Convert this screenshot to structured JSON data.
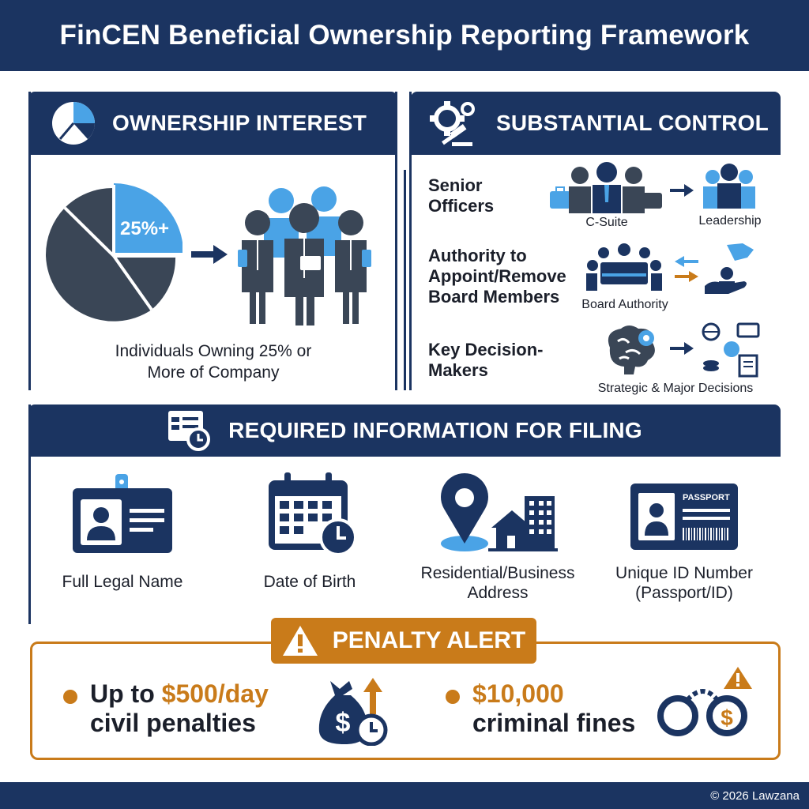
{
  "header": {
    "title": "FinCEN Beneficial Ownership Reporting Framework"
  },
  "ownership": {
    "title": "OWNERSHIP INTEREST",
    "pie_label": "25%+",
    "caption_line1": "Individuals Owning 25% or",
    "caption_line2": "More of Company"
  },
  "control": {
    "title": "SUBSTANTIAL CONTROL",
    "rows": [
      {
        "label_line1": "Senior",
        "label_line2": "Officers",
        "label_line3": "",
        "left_caption": "C-Suite",
        "right_caption": "Leadership"
      },
      {
        "label_line1": "Authority to",
        "label_line2": "Appoint/Remove",
        "label_line3": "Board Members",
        "left_caption": "Board Authority",
        "right_caption": ""
      },
      {
        "label_line1": "Key Decision-",
        "label_line2": "Makers",
        "label_line3": "",
        "left_caption": "Strategic & Major Decisions",
        "right_caption": ""
      }
    ]
  },
  "required": {
    "title": "REQUIRED INFORMATION FOR FILING",
    "items": [
      {
        "line1": "Full Legal Name",
        "line2": "",
        "icon": "id-badge-icon"
      },
      {
        "line1": "Date of Birth",
        "line2": "",
        "icon": "calendar-clock-icon"
      },
      {
        "line1": "Residential/Business",
        "line2": "Address",
        "icon": "location-buildings-icon"
      },
      {
        "line1": "Unique ID Number",
        "line2": "(Passport/ID)",
        "icon": "passport-icon"
      }
    ],
    "passport_text": "PASSPORT"
  },
  "penalty": {
    "title": "PENALTY ALERT",
    "civil_prefix": "Up to ",
    "civil_amount": "$500/day",
    "civil_line2": "civil penalties",
    "criminal_amount": "$10,000",
    "criminal_line2": "criminal fines"
  },
  "footer": {
    "copyright": "© 2026 Lawzana"
  },
  "colors": {
    "navy": "#1b3461",
    "blue": "#4aa3e6",
    "orange": "#c97b1a",
    "slate": "#3a4656"
  }
}
